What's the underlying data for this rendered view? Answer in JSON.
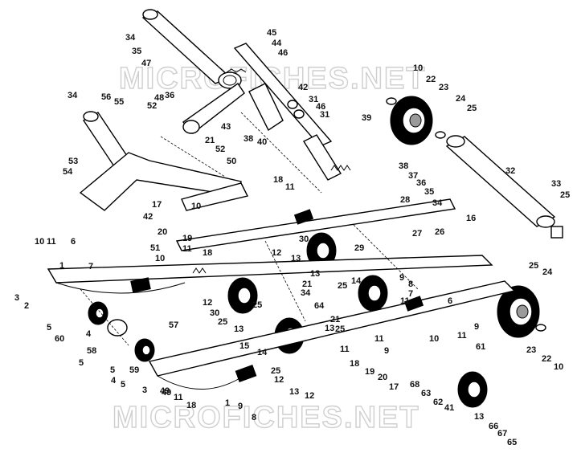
{
  "watermark": {
    "top": "MICROFICHES.NET",
    "bottom": "MICROFICHES.NET"
  },
  "callouts": [
    "34",
    "35",
    "47",
    "45",
    "44",
    "46",
    "36",
    "42",
    "31",
    "46",
    "31",
    "10",
    "22",
    "23",
    "24",
    "25",
    "34",
    "56",
    "55",
    "52",
    "48",
    "43",
    "38",
    "40",
    "39",
    "32",
    "33",
    "25",
    "53",
    "54",
    "21",
    "52",
    "50",
    "18",
    "11",
    "38",
    "37",
    "36",
    "35",
    "34",
    "42",
    "17",
    "10",
    "20",
    "19",
    "12",
    "30",
    "28",
    "27",
    "26",
    "16",
    "10",
    "11",
    "6",
    "1",
    "7",
    "51",
    "10",
    "11",
    "18",
    "13",
    "29",
    "25",
    "24",
    "3",
    "2",
    "5",
    "60",
    "4",
    "5",
    "58",
    "5",
    "4",
    "5",
    "3",
    "59",
    "49",
    "57",
    "12",
    "30",
    "25",
    "13",
    "25",
    "15",
    "14",
    "25",
    "21",
    "34",
    "13",
    "25",
    "14",
    "64",
    "21",
    "13",
    "25",
    "12",
    "9",
    "8",
    "7",
    "6",
    "61",
    "23",
    "22",
    "10",
    "11",
    "13",
    "12",
    "18",
    "19",
    "20",
    "17",
    "68",
    "63",
    "62",
    "41",
    "13",
    "66",
    "67",
    "65",
    "11",
    "10",
    "9",
    "11",
    "11",
    "9",
    "49",
    "11",
    "18",
    "1",
    "9",
    "8"
  ]
}
